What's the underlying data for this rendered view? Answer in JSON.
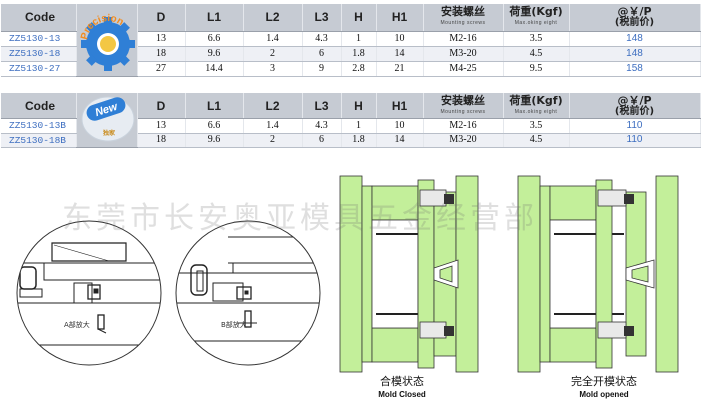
{
  "headers": {
    "code": "Code",
    "d": "D",
    "l1": "L1",
    "l2": "L2",
    "l3": "L3",
    "h": "H",
    "h1": "H1",
    "screw": "安装螺丝",
    "screw_en": "Mounting screws",
    "load": "荷重(Kgf)",
    "load_en": "Max.oking eight",
    "price": "@￥/P",
    "price_sub": "(税前价)"
  },
  "brand_logo_text": "Precision",
  "new_badge": {
    "text": "New",
    "sub": "独家"
  },
  "table1": {
    "rows": [
      {
        "code": "ZZ5130-13",
        "d": "13",
        "l1": "6.6",
        "l2": "1.4",
        "l3": "4.3",
        "h": "1",
        "h1": "10",
        "screw": "M2-16",
        "load": "3.5",
        "price": "148"
      },
      {
        "code": "ZZ5130-18",
        "d": "18",
        "l1": "9.6",
        "l2": "2",
        "l3": "6",
        "h": "1.8",
        "h1": "14",
        "screw": "M3-20",
        "load": "4.5",
        "price": "148"
      },
      {
        "code": "ZZ5130-27",
        "d": "27",
        "l1": "14.4",
        "l2": "3",
        "l3": "9",
        "h": "2.8",
        "h1": "21",
        "screw": "M4-25",
        "load": "9.5",
        "price": "158"
      }
    ]
  },
  "table2": {
    "rows": [
      {
        "code": "ZZ5130-13B",
        "d": "13",
        "l1": "6.6",
        "l2": "1.4",
        "l3": "4.3",
        "h": "1",
        "h1": "10",
        "screw": "M2-16",
        "load": "3.5",
        "price": "110"
      },
      {
        "code": "ZZ5130-18B",
        "d": "18",
        "l1": "9.6",
        "l2": "2",
        "l3": "6",
        "h": "1.8",
        "h1": "14",
        "screw": "M3-20",
        "load": "4.5",
        "price": "110"
      }
    ]
  },
  "watermark": "东莞市长安奥亚模具五金经营部",
  "zoom_labels": {
    "a": "A部放大",
    "b": "B部放大"
  },
  "captions": {
    "closed_cn": "合模状态",
    "closed_en": "Mold Closed",
    "opened_cn": "完全开模状态",
    "opened_en": "Mold opened"
  },
  "colors": {
    "header_bg": "#c6cbd3",
    "code_blue": "#3d6ec0",
    "mold_green": "#c3ef9a",
    "badge_blue": "#2f7fd6"
  }
}
